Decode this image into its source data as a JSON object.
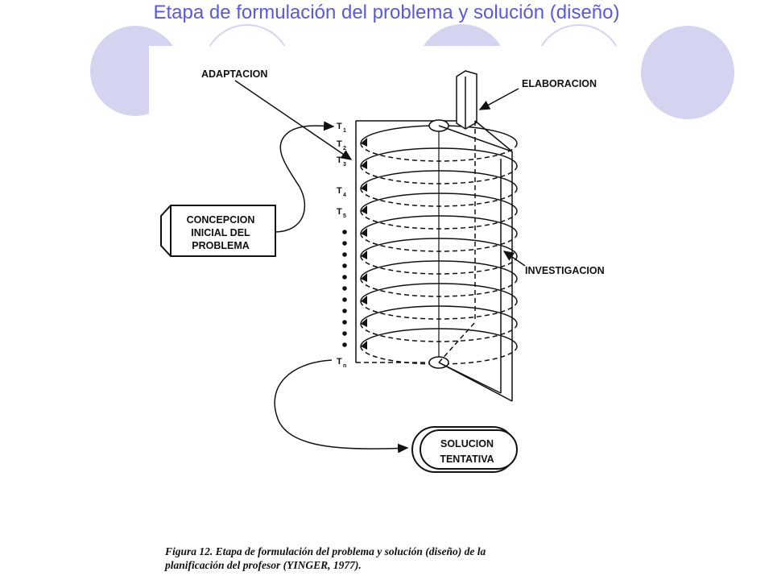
{
  "slide": {
    "title": "Etapa de formulación del problema y solución (diseño)"
  },
  "figure": {
    "labels": {
      "adaptacion": "ADAPTACION",
      "elaboracion": "ELABORACION",
      "investigacion": "INVESTIGACION"
    },
    "concepcion_box": {
      "line1": "CONCEPCION",
      "line2": "INICIAL DEL",
      "line3": "PROBLEMA"
    },
    "solucion_box": {
      "line1": "SOLUCION",
      "line2": "TENTATIVA"
    },
    "time_labels": [
      {
        "base": "T",
        "sub": "1"
      },
      {
        "base": "T",
        "sub": "2"
      },
      {
        "base": "T",
        "sub": "3"
      },
      {
        "base": "T",
        "sub": "4"
      },
      {
        "base": "T",
        "sub": "5"
      },
      {
        "base": "T",
        "sub": "n"
      }
    ],
    "caption": {
      "line1": "Figura 12.  Etapa de formulación del problema y solución (diseño) de la",
      "line2": "planificación del profesor (YINGER, 1977)."
    }
  },
  "colors": {
    "title": "#5a5ad6",
    "decoration": "#d4d4f0",
    "ink": "#111111"
  }
}
